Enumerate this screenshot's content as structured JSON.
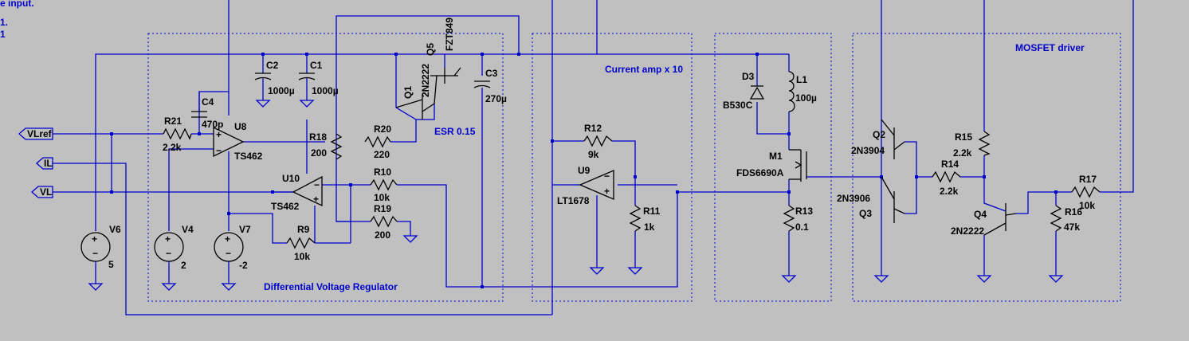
{
  "top_text": [
    "e input.",
    "1.",
    "1"
  ],
  "blocks": {
    "differential": "Differential Voltage Regulator",
    "current_amp": "Current amp x 10",
    "mosfet": "MOSFET driver",
    "esr": "ESR 0.15"
  },
  "nets": {
    "vlref": "VLref",
    "il": "IL",
    "vl": "VL"
  },
  "components": {
    "C1": {
      "ref": "C1",
      "value": "1000µ"
    },
    "C2": {
      "ref": "C2",
      "value": "1000µ"
    },
    "C3": {
      "ref": "C3",
      "value": "270µ"
    },
    "C4": {
      "ref": "C4",
      "value": "470p"
    },
    "Q5": {
      "ref": "Q5",
      "value": "FZT849"
    },
    "Q1": {
      "ref": "Q1",
      "value": "2N2222"
    },
    "R21": {
      "ref": "R21",
      "value": "2.2k"
    },
    "U8": {
      "ref": "U8",
      "value": "TS462"
    },
    "R18": {
      "ref": "R18",
      "value": "200"
    },
    "R20": {
      "ref": "R20",
      "value": "220"
    },
    "U10": {
      "ref": "U10",
      "value": "TS462"
    },
    "R10": {
      "ref": "R10",
      "value": "10k"
    },
    "R19": {
      "ref": "R19",
      "value": "200"
    },
    "R9": {
      "ref": "R9",
      "value": "10k"
    },
    "V6": {
      "ref": "V6",
      "value": "5"
    },
    "V4": {
      "ref": "V4",
      "value": "2"
    },
    "V7": {
      "ref": "V7",
      "value": "-2"
    },
    "R12": {
      "ref": "R12",
      "value": "9k"
    },
    "U9": {
      "ref": "U9",
      "value": "LT1678"
    },
    "R11": {
      "ref": "R11",
      "value": "1k"
    },
    "D3": {
      "ref": "D3",
      "value": "B530C"
    },
    "L1": {
      "ref": "L1",
      "value": "100µ"
    },
    "M1": {
      "ref": "M1",
      "value": "FDS6690A"
    },
    "R13": {
      "ref": "R13",
      "value": "0.1"
    },
    "Q2": {
      "ref": "Q2",
      "value": "2N3904"
    },
    "Q3": {
      "ref": "Q3",
      "value": "2N3906"
    },
    "R15": {
      "ref": "R15",
      "value": "2.2k"
    },
    "R14": {
      "ref": "R14",
      "value": "2.2k"
    },
    "Q4": {
      "ref": "Q4",
      "value": "2N2222"
    },
    "R17": {
      "ref": "R17",
      "value": "10k"
    },
    "R16": {
      "ref": "R16",
      "value": "47k"
    }
  },
  "colors": {
    "background": "#c0c0c0",
    "wire": "#0000cc",
    "symbol": "#000000"
  }
}
